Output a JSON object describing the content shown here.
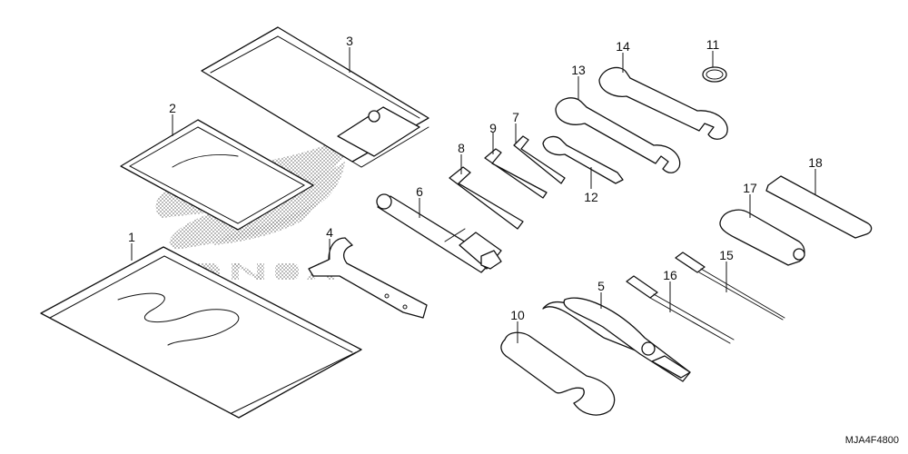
{
  "callouts": [
    "1",
    "2",
    "3",
    "4",
    "5",
    "6",
    "7",
    "8",
    "9",
    "10",
    "11",
    "12",
    "13",
    "14",
    "15",
    "16",
    "17",
    "18"
  ],
  "drawing_code": "MJA4F4800",
  "watermark": {
    "text": "HONDA",
    "description": "stippled Honda wing logo watermark"
  },
  "parts": [
    {
      "callout": "1",
      "name": "manual-sheet"
    },
    {
      "callout": "2",
      "name": "pouch-window"
    },
    {
      "callout": "3",
      "name": "tool-bag"
    },
    {
      "callout": "4",
      "name": "pin-spanner"
    },
    {
      "callout": "5",
      "name": "pliers"
    },
    {
      "callout": "6",
      "name": "socket-wrench"
    },
    {
      "callout": "7",
      "name": "hex-key-small"
    },
    {
      "callout": "8",
      "name": "hex-key-large"
    },
    {
      "callout": "9",
      "name": "hex-key-medium"
    },
    {
      "callout": "10",
      "name": "hook-spanner"
    },
    {
      "callout": "11",
      "name": "o-ring"
    },
    {
      "callout": "12",
      "name": "small-open-wrench"
    },
    {
      "callout": "13",
      "name": "open-end-wrench-a"
    },
    {
      "callout": "14",
      "name": "open-end-wrench-b"
    },
    {
      "callout": "15",
      "name": "screwdriver-a"
    },
    {
      "callout": "16",
      "name": "screwdriver-b"
    },
    {
      "callout": "17",
      "name": "screwdriver-handle"
    },
    {
      "callout": "18",
      "name": "grip-sleeve"
    }
  ]
}
